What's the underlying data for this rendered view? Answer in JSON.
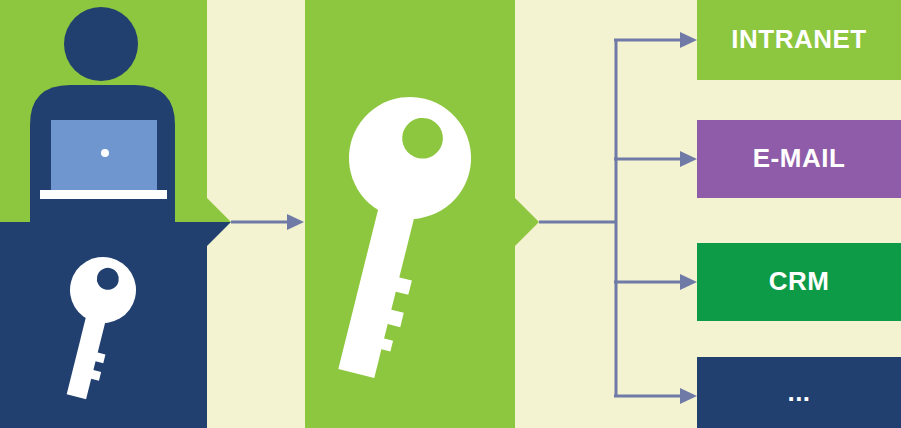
{
  "diagram": {
    "nodes": [
      {
        "text": [
          "INTRANET"
        ]
      },
      {
        "text": [
          "E-MAIL"
        ]
      },
      {
        "text": [
          "CRM"
        ]
      },
      {
        "text": [
          "..."
        ]
      }
    ]
  }
}
